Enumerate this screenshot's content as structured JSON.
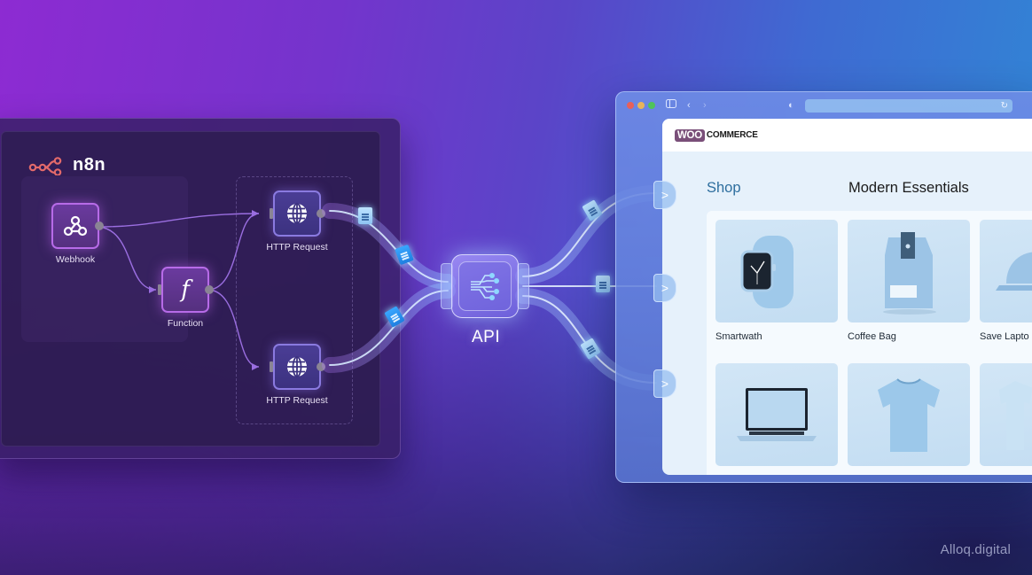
{
  "n8n": {
    "logo_text": "n8n",
    "nodes": [
      {
        "id": "webhook",
        "label": "Webhook",
        "icon": "webhook-icon"
      },
      {
        "id": "function",
        "label": "Function",
        "icon": "function-icon",
        "glyph": "f"
      },
      {
        "id": "http1",
        "label": "HTTP Request",
        "icon": "globe-icon"
      },
      {
        "id": "http2",
        "label": "HTTP Request",
        "icon": "globe-icon"
      }
    ]
  },
  "api": {
    "label": "API",
    "icon": "api-circuit-icon"
  },
  "browser": {
    "traffic_lights": [
      "#e8605a",
      "#e8b45a",
      "#4fc35a"
    ],
    "nav_back": "‹",
    "nav_forward": "›",
    "reload": "↻",
    "store": {
      "logo_badge": "WOO",
      "logo_text": "COMMERCE",
      "nav_shop": "Shop",
      "section_title": "Modern Essentials",
      "products": [
        {
          "name": "Smartwath",
          "image": "smartwatch"
        },
        {
          "name": "Coffee Bag",
          "image": "coffee-bag"
        },
        {
          "name": "Save Lapto",
          "image": "cap"
        },
        {
          "name": "",
          "image": "laptop"
        },
        {
          "name": "",
          "image": "t-shirt"
        },
        {
          "name": "",
          "image": "t-shirt-partial"
        }
      ]
    }
  },
  "flow_arrows": [
    ">",
    ">",
    ">"
  ],
  "colors": {
    "n8n_accent": "#e36a6a",
    "woo_purple": "#7a4f79",
    "shop_link": "#2d6e9e"
  },
  "watermark": "Alloq.digital"
}
